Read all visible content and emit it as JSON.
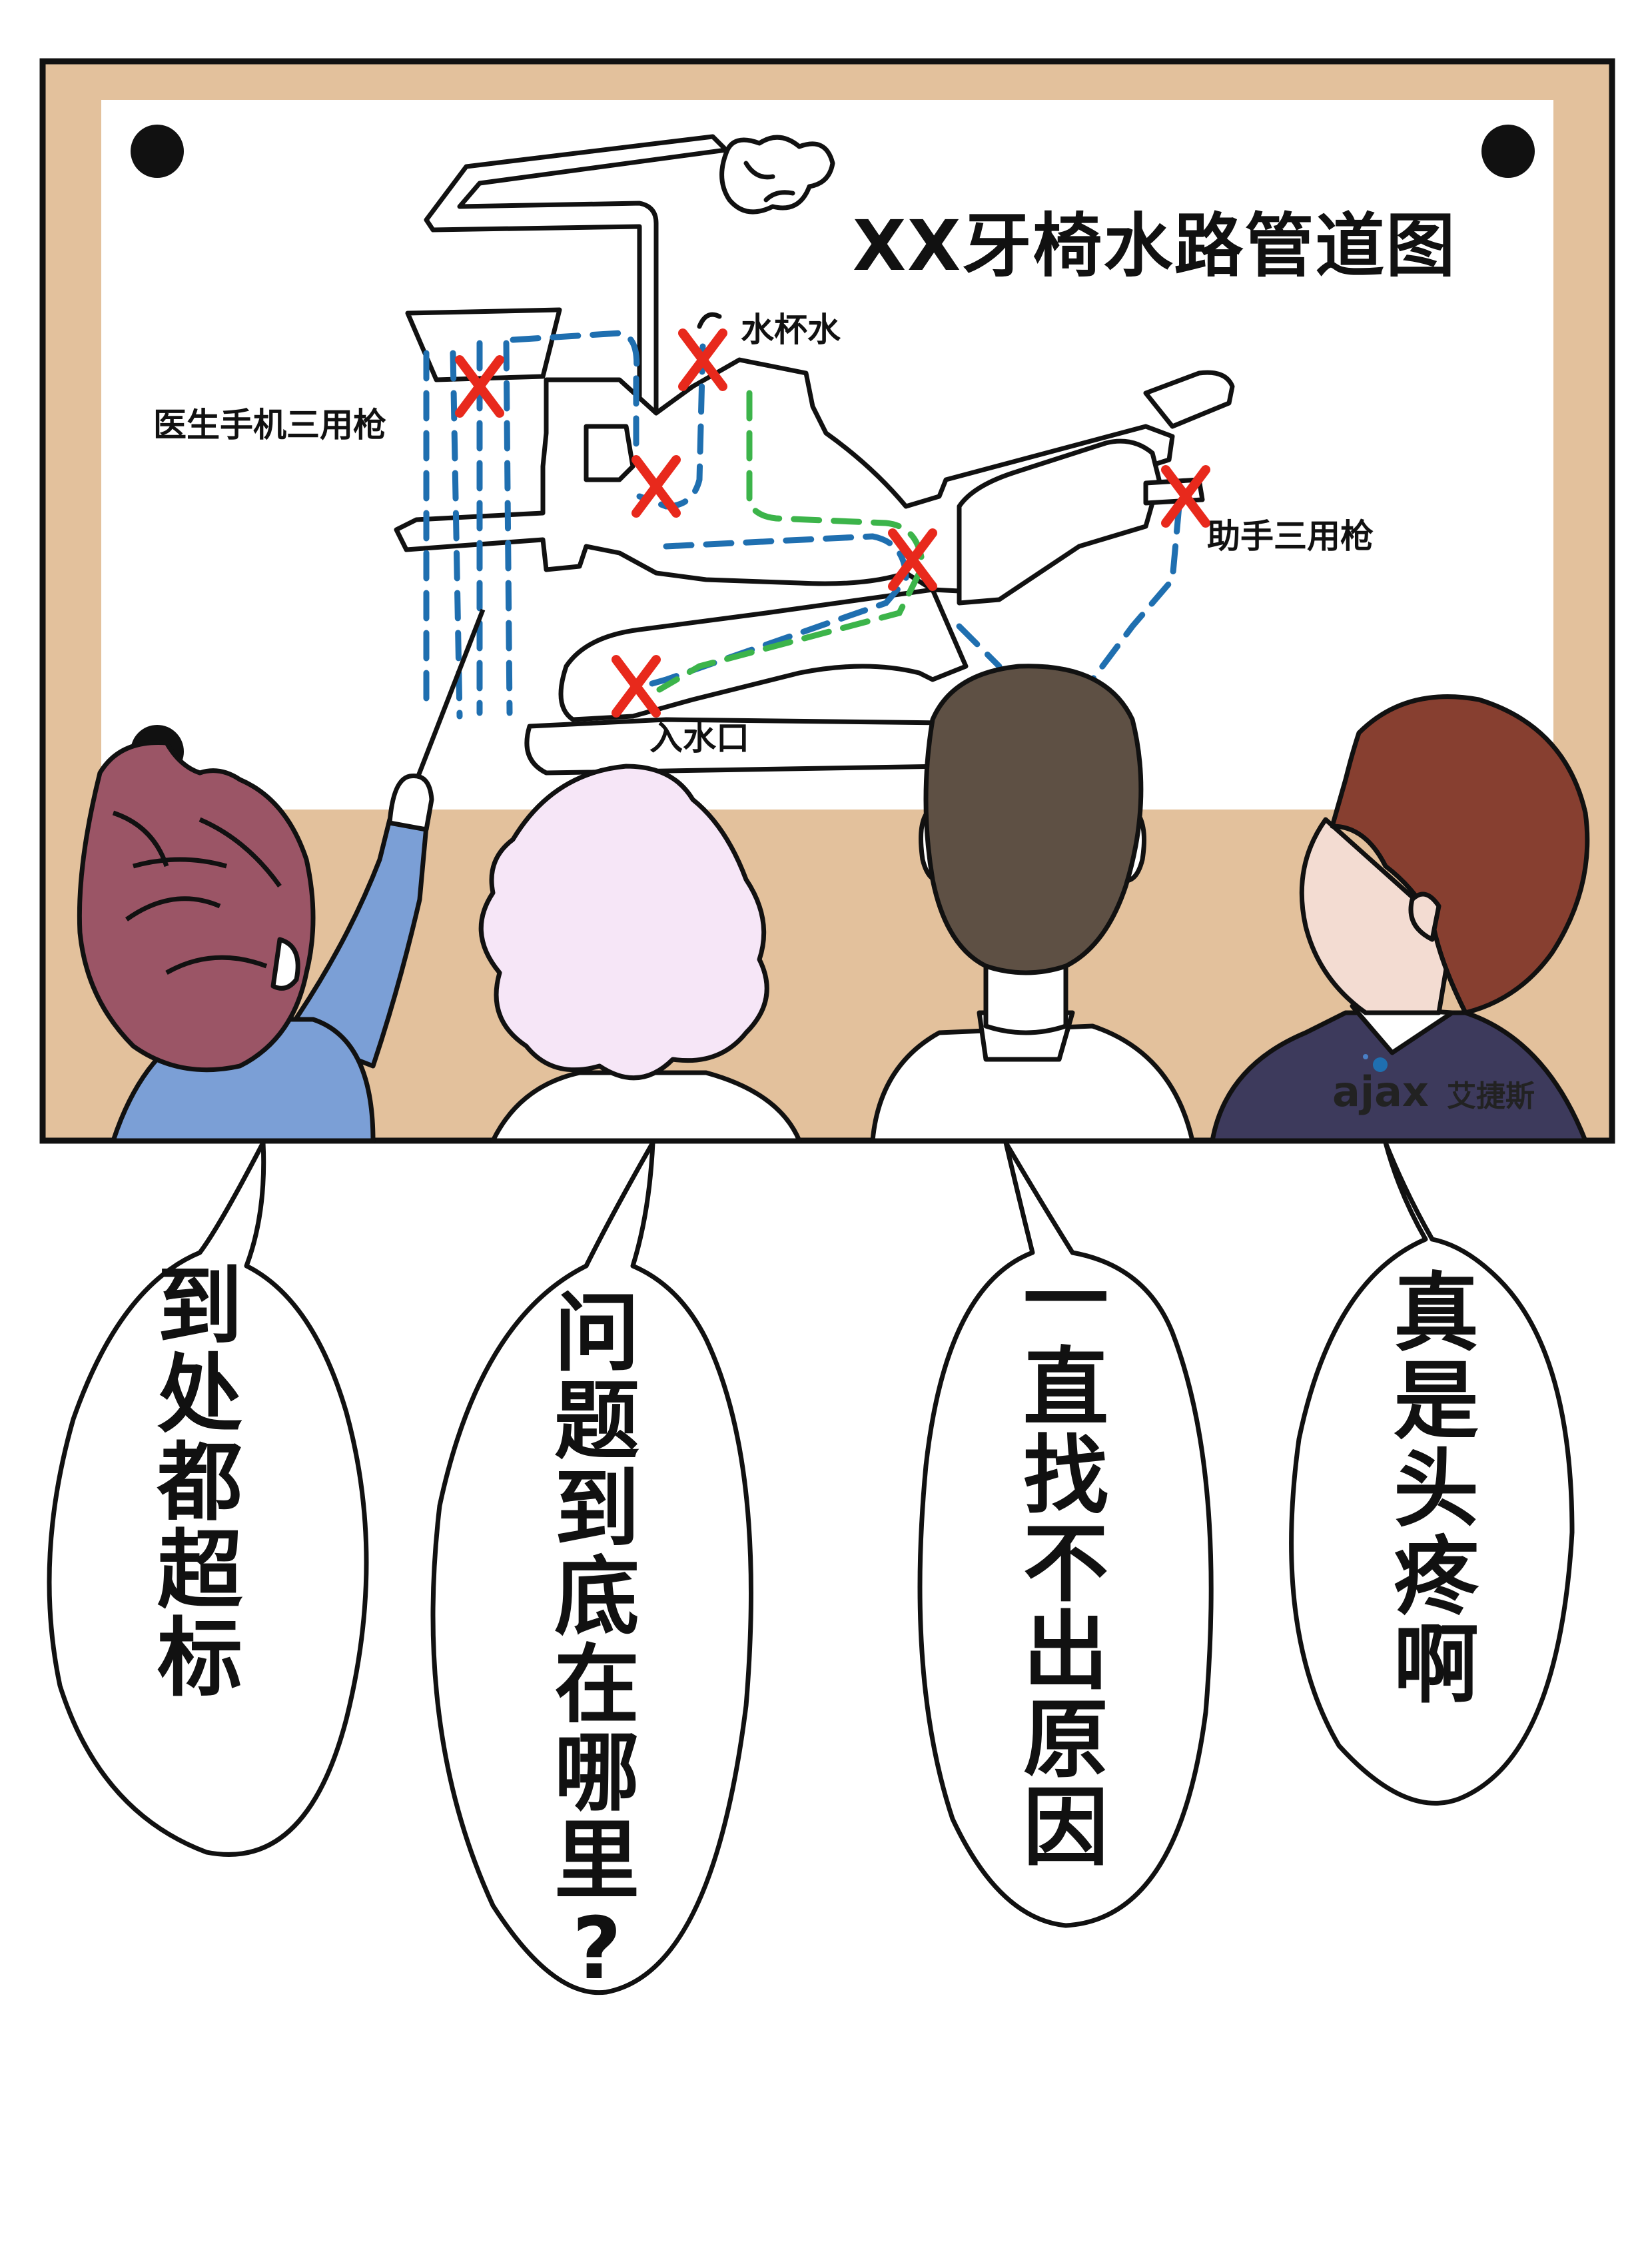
{
  "board": {
    "title": "XX牙椅水路管道图",
    "labels": {
      "handpiece": "医生手机三用枪",
      "cup_water": "水杯水",
      "assistant": "助手三用枪",
      "inlet": "入水口"
    }
  },
  "logo": {
    "latin": "ajax",
    "chinese": "艾捷斯"
  },
  "bubbles": [
    {
      "text": "到处都超标"
    },
    {
      "text": "问题到底在哪里?"
    },
    {
      "text": "一直找不出原因"
    },
    {
      "text": "真是头疼啊"
    }
  ],
  "colors": {
    "board_frame": "#e3c19c",
    "pipe_blue": "#1f6fb0",
    "pipe_green": "#3cb44a",
    "mark_red": "#e8291c",
    "hair_woman1": "#9b5566",
    "shirt_woman1": "#7b9fd6",
    "hair_woman2": "#f6e6f7",
    "hair_man1": "#5e5044",
    "hair_man2": "#873f30",
    "jacket_man2": "#3d3a5c"
  }
}
